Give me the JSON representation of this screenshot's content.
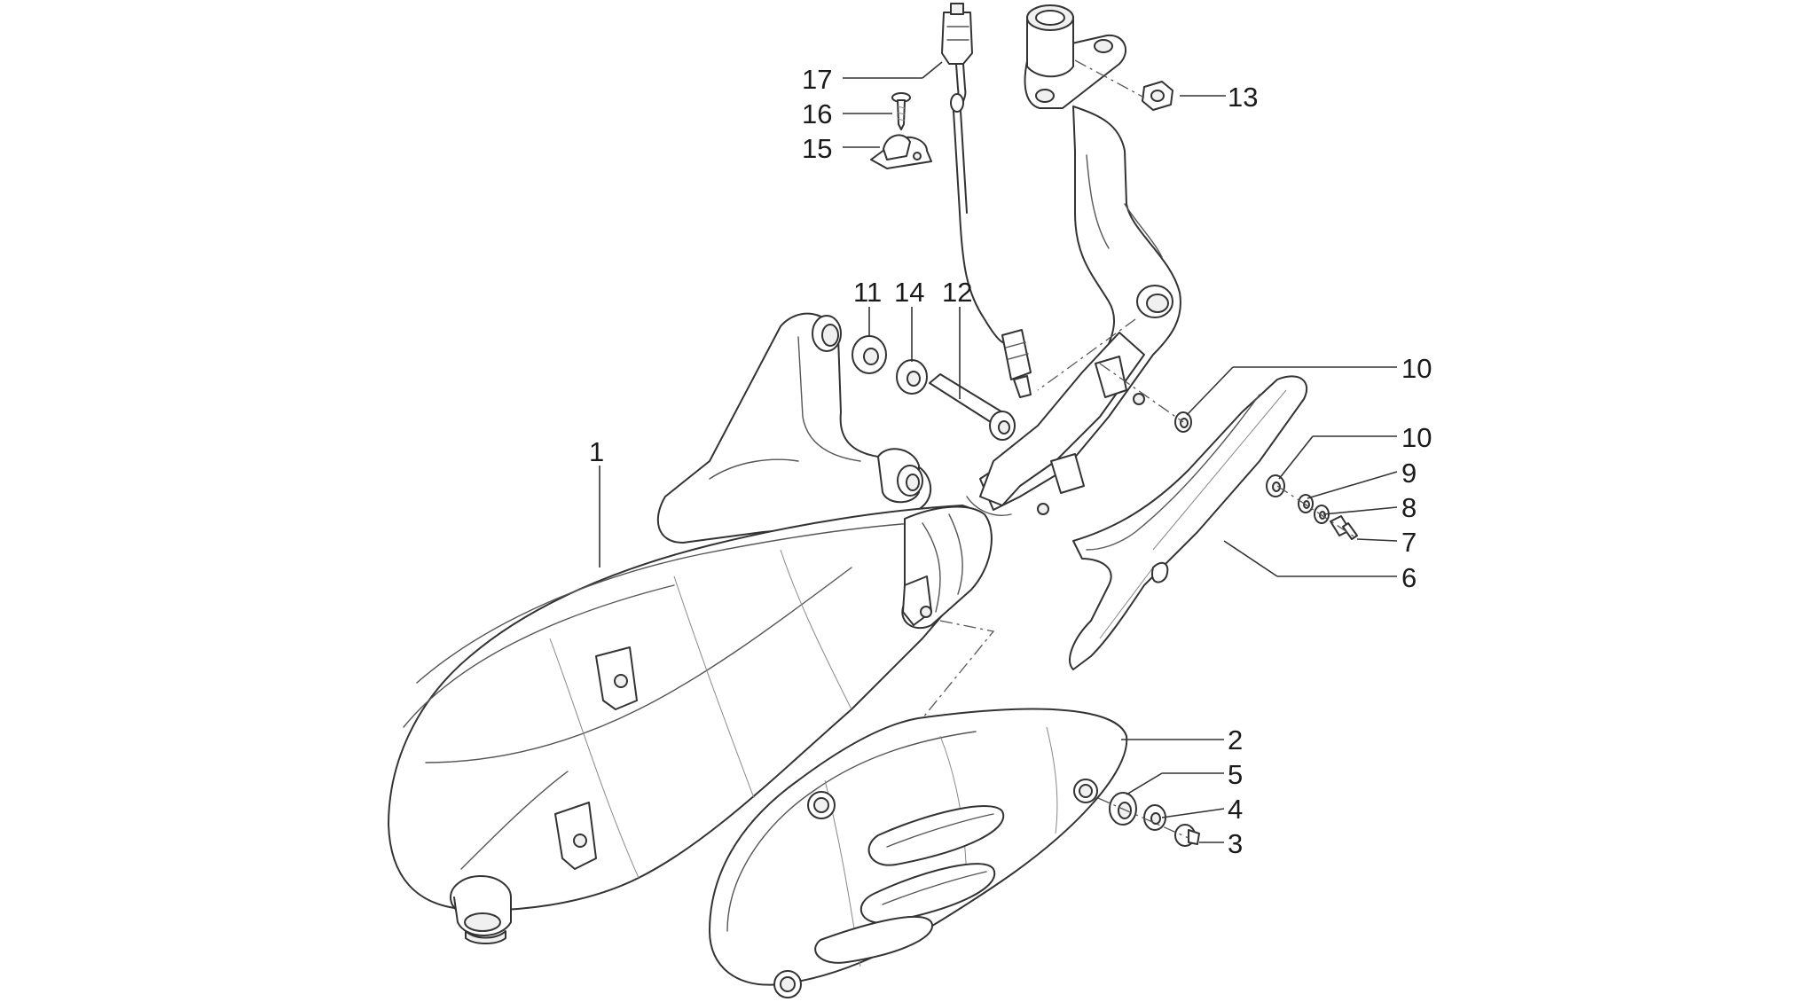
{
  "diagram": {
    "callouts": [
      {
        "id": "1",
        "text": "1"
      },
      {
        "id": "2",
        "text": "2"
      },
      {
        "id": "3",
        "text": "3"
      },
      {
        "id": "4",
        "text": "4"
      },
      {
        "id": "5",
        "text": "5"
      },
      {
        "id": "6",
        "text": "6"
      },
      {
        "id": "7",
        "text": "7"
      },
      {
        "id": "8",
        "text": "8"
      },
      {
        "id": "9",
        "text": "9"
      },
      {
        "id": "10a",
        "text": "10"
      },
      {
        "id": "10b",
        "text": "10"
      },
      {
        "id": "11",
        "text": "11"
      },
      {
        "id": "12",
        "text": "12"
      },
      {
        "id": "13",
        "text": "13"
      },
      {
        "id": "14",
        "text": "14"
      },
      {
        "id": "15",
        "text": "15"
      },
      {
        "id": "16",
        "text": "16"
      },
      {
        "id": "17",
        "text": "17"
      }
    ],
    "colors": {
      "line": "#333333",
      "background": "#ffffff"
    }
  }
}
